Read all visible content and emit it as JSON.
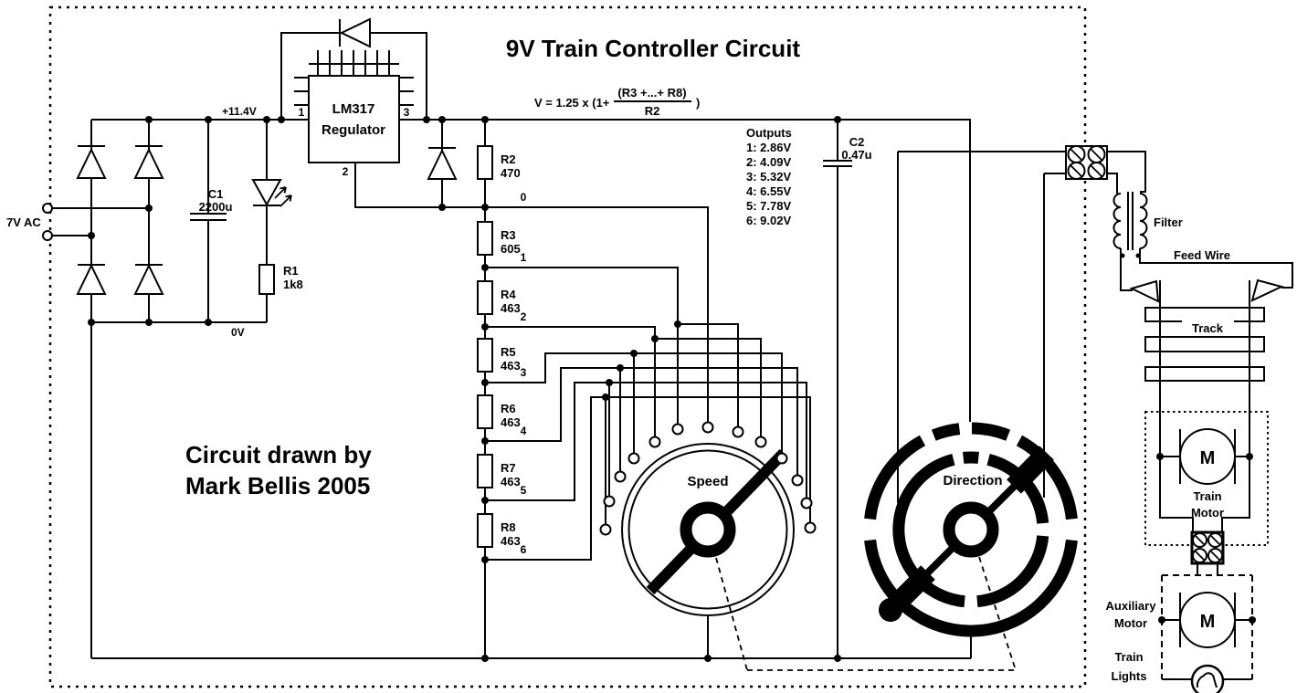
{
  "diagram": {
    "title": "9V Train Controller Circuit",
    "credit": {
      "line1": "Circuit drawn by",
      "line2": "Mark Bellis 2005"
    },
    "power": {
      "ac_input": "7V AC",
      "rail_positive": "+11.4V",
      "rail_zero": "0V"
    },
    "components": {
      "c1": {
        "name": "C1",
        "value": "2200u"
      },
      "r1": {
        "name": "R1",
        "value": "1k8"
      },
      "regulator": {
        "name": "LM317",
        "type": "Regulator",
        "pin1": "1",
        "pin2": "2",
        "pin3": "3"
      },
      "c2": {
        "name": "C2",
        "value": "0.47u"
      }
    },
    "formula": {
      "prefix": "V = 1.25 x (1+",
      "numerator": "(R3 +...+ R8)",
      "denominator": "R2",
      "suffix": ")"
    },
    "outputs": {
      "title": "Outputs",
      "items": [
        "1: 2.86V",
        "2: 4.09V",
        "3: 5.32V",
        "4: 6.55V",
        "5: 7.78V",
        "6: 9.02V"
      ]
    },
    "ladder": {
      "resistors": [
        {
          "name": "R2",
          "value": "470"
        },
        {
          "name": "R3",
          "value": "605"
        },
        {
          "name": "R4",
          "value": "463"
        },
        {
          "name": "R5",
          "value": "463"
        },
        {
          "name": "R6",
          "value": "463"
        },
        {
          "name": "R7",
          "value": "463"
        },
        {
          "name": "R8",
          "value": "463"
        }
      ],
      "taps": [
        "0",
        "1",
        "2",
        "3",
        "4",
        "5",
        "6"
      ]
    },
    "switches": {
      "speed": "Speed",
      "direction": "Direction"
    },
    "layout_side": {
      "filter": "Filter",
      "feed_wire": "Feed Wire",
      "track": "Track",
      "train_motor": {
        "symbol": "M",
        "label1": "Train",
        "label2": "Motor"
      },
      "aux_motor": {
        "symbol": "M",
        "label1": "Auxiliary",
        "label2": "Motor"
      },
      "train_lights": {
        "label1": "Train",
        "label2": "Lights"
      }
    }
  }
}
